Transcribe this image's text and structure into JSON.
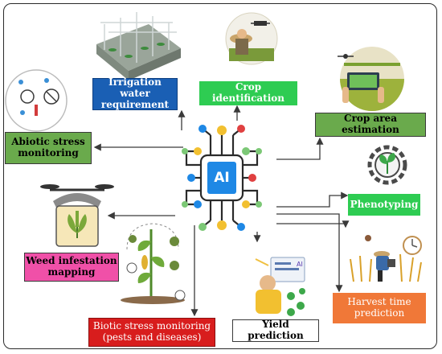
{
  "center": {
    "text": "AI"
  },
  "boxes": {
    "irrigation": {
      "line1": "Irrigation water",
      "line2": "requirement"
    },
    "crop_identification": {
      "text": "Crop identification"
    },
    "abiotic": {
      "line1": "Abiotic stress",
      "line2": "monitoring"
    },
    "crop_area": {
      "text": "Crop area estimation"
    },
    "phenotyping": {
      "text": "Phenotyping"
    },
    "weed": {
      "line1": "Weed infestation",
      "line2": "mapping"
    },
    "biotic": {
      "line1": "Biotic stress monitoring",
      "line2": "(pests and diseases)"
    },
    "yield": {
      "text": "Yield prediction"
    },
    "harvest": {
      "line1": "Harvest time",
      "line2": "prediction"
    }
  },
  "colors": {
    "irrigation": "#1a5fb4",
    "green": "#2ecc52",
    "abiotic": "#6aaa4c",
    "weed": "#f050a8",
    "biotic": "#d81d1d",
    "yield": "#ffffff",
    "harvest": "#f07838",
    "ai_core": "#1e88e5",
    "arrow": "#3a3a3a"
  }
}
